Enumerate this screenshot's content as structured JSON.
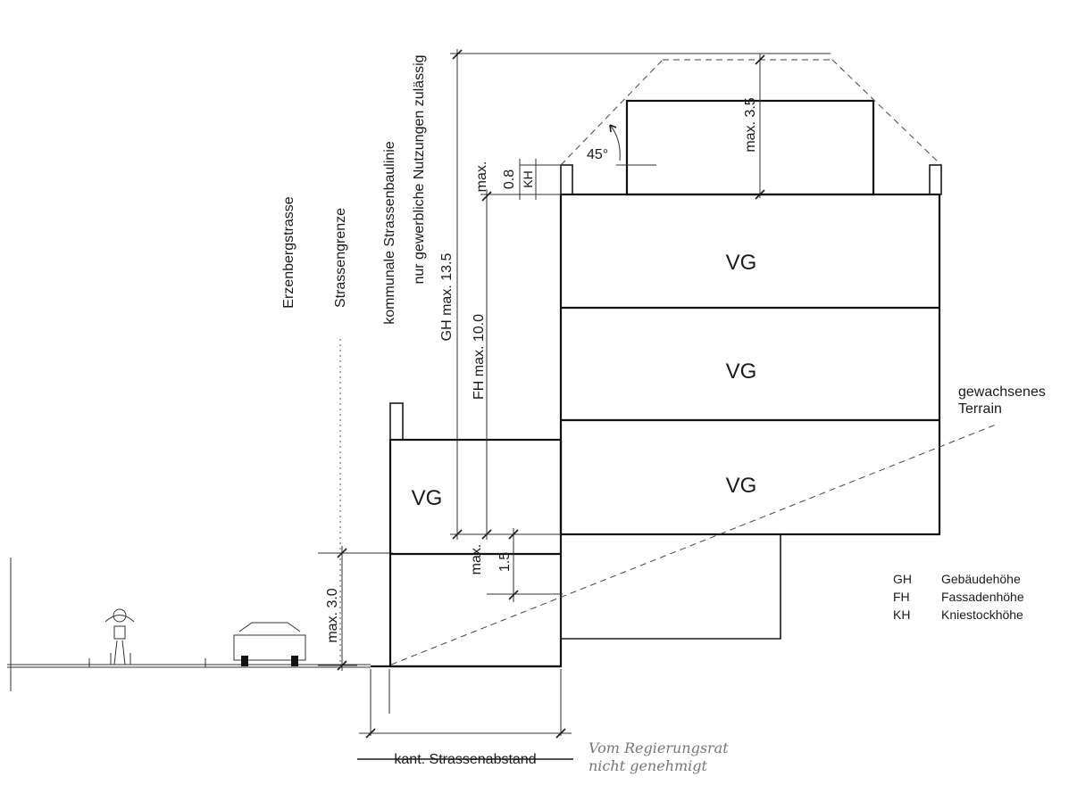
{
  "colors": {
    "ink": "#1a1a1a",
    "stamp": "#777777"
  },
  "floors": {
    "upper1": "VG",
    "upper2": "VG",
    "upper3": "VG",
    "low": "VG"
  },
  "vertical_labels": {
    "street1": "Erzenbergstrasse",
    "street2": "Strassengrenze",
    "line1": "kommunale Strassenbaulinie",
    "line2": "nur gewerbliche Nutzungen zulässig",
    "gh": "GH  max. 13.5",
    "fh": "FH  max. 10.0",
    "kh_max": "max.",
    "kh_val": "0.8",
    "kh_abbr": "KH",
    "roof": "max. 3.5",
    "base": "max. 3.0",
    "mid_max": "max.",
    "mid_val": "1.5"
  },
  "angle": "45°",
  "terrain": {
    "line1": "gewachsenes",
    "line2": "Terrain"
  },
  "legend": [
    {
      "abbr": "GH",
      "text": "Gebäudehöhe"
    },
    {
      "abbr": "FH",
      "text": "Fassadenhöhe"
    },
    {
      "abbr": "KH",
      "text": "Kniestockhöhe"
    }
  ],
  "bottom_label": "kant. Strassenabstand",
  "stamp": {
    "line1": "Vom Regierungsrat",
    "line2": "nicht genehmigt"
  }
}
